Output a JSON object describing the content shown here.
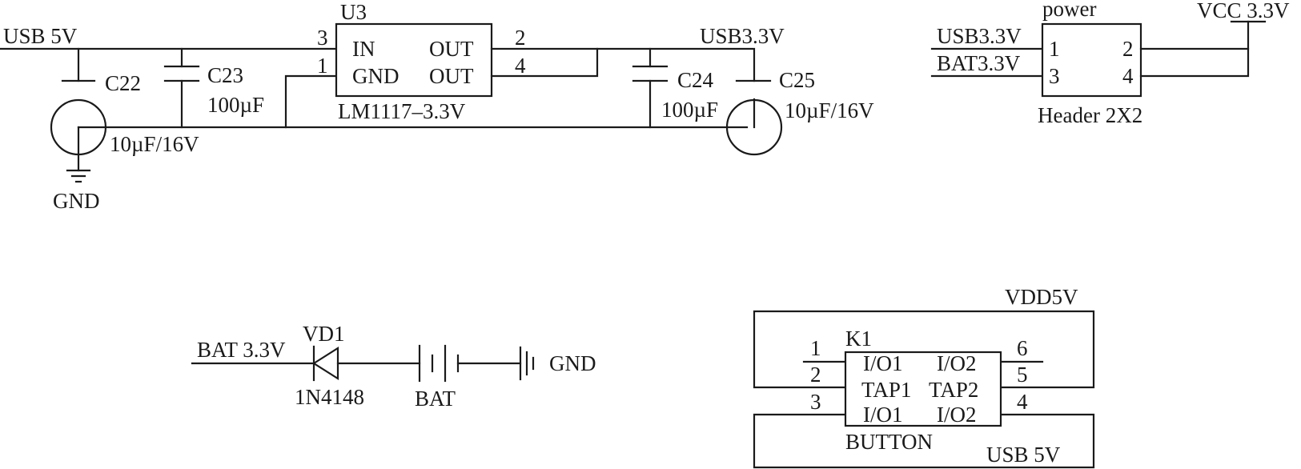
{
  "regulator": {
    "in_net": "USB 5V",
    "out_net": "USB3.3V",
    "designator": "U3",
    "part": "LM1117–3.3V",
    "pin_in": "IN",
    "pin_gnd": "GND",
    "pin_out1": "OUT",
    "pin_out2": "OUT",
    "pin_num_in": "3",
    "pin_num_gnd": "1",
    "pin_num_out1": "2",
    "pin_num_out2": "4",
    "gnd_label": "GND",
    "c22": "C22",
    "c22_value": "10µF/16V",
    "c23": "C23",
    "c23_value": "100µF",
    "c24": "C24",
    "c24_value": "100µF",
    "c25": "C25",
    "c25_value": "10µF/16V"
  },
  "header": {
    "title": "power",
    "vcc_label": "VCC 3.3V",
    "usb_label": "USB3.3V",
    "bat_label": "BAT3.3V",
    "pin1": "1",
    "pin2": "2",
    "pin3": "3",
    "pin4": "4",
    "part": "Header 2X2"
  },
  "battery": {
    "net": "BAT 3.3V",
    "diode": "VD1",
    "diode_part": "1N4148",
    "bat_label": "BAT",
    "gnd_label": "GND"
  },
  "button": {
    "vdd_label": "VDD5V",
    "usb_label": "USB 5V",
    "designator": "K1",
    "part": "BUTTON",
    "io1_top": "I/O1",
    "io2_top": "I/O2",
    "tap1": "TAP1",
    "tap2": "TAP2",
    "io1_bot": "I/O1",
    "io2_bot": "I/O2",
    "p1": "1",
    "p2": "2",
    "p3": "3",
    "p4": "4",
    "p5": "5",
    "p6": "6"
  }
}
